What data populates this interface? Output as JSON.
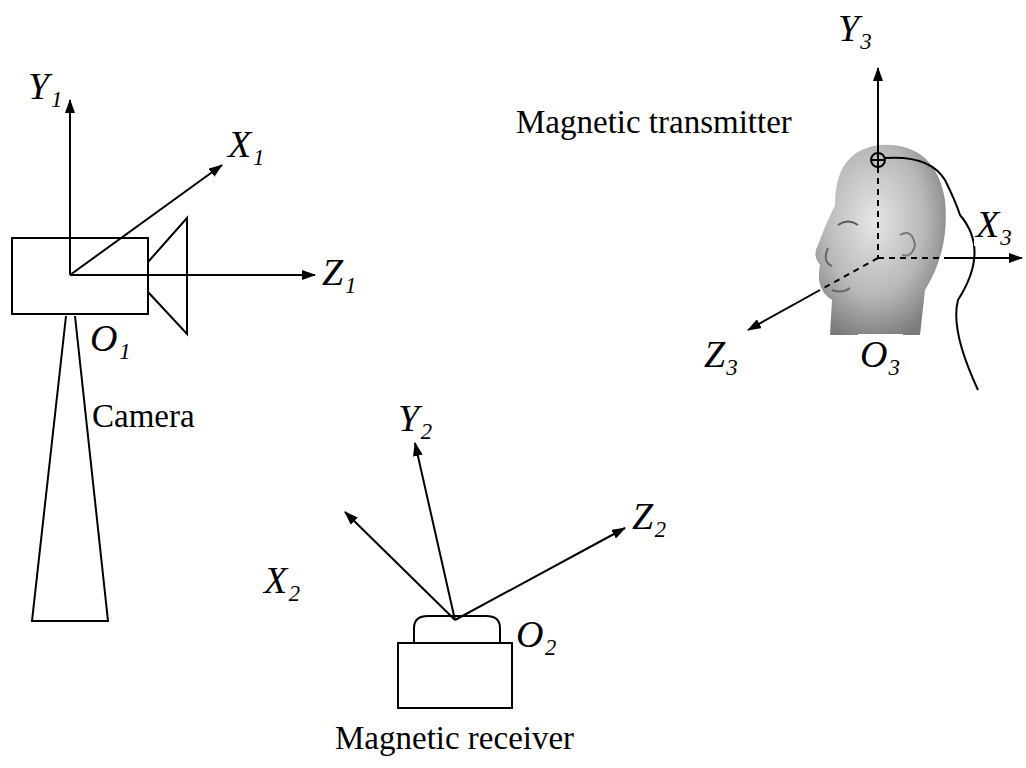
{
  "diagram": {
    "labels": [
      "Y₁",
      "X₁",
      "Z₁",
      "O₁",
      "Camera",
      "Magnetic transmitter",
      "Y₃",
      "X₃",
      "Z₃",
      "O₃",
      "Y₂",
      "X₂",
      "Z₂",
      "O₂",
      "Magnetic receiver"
    ]
  }
}
